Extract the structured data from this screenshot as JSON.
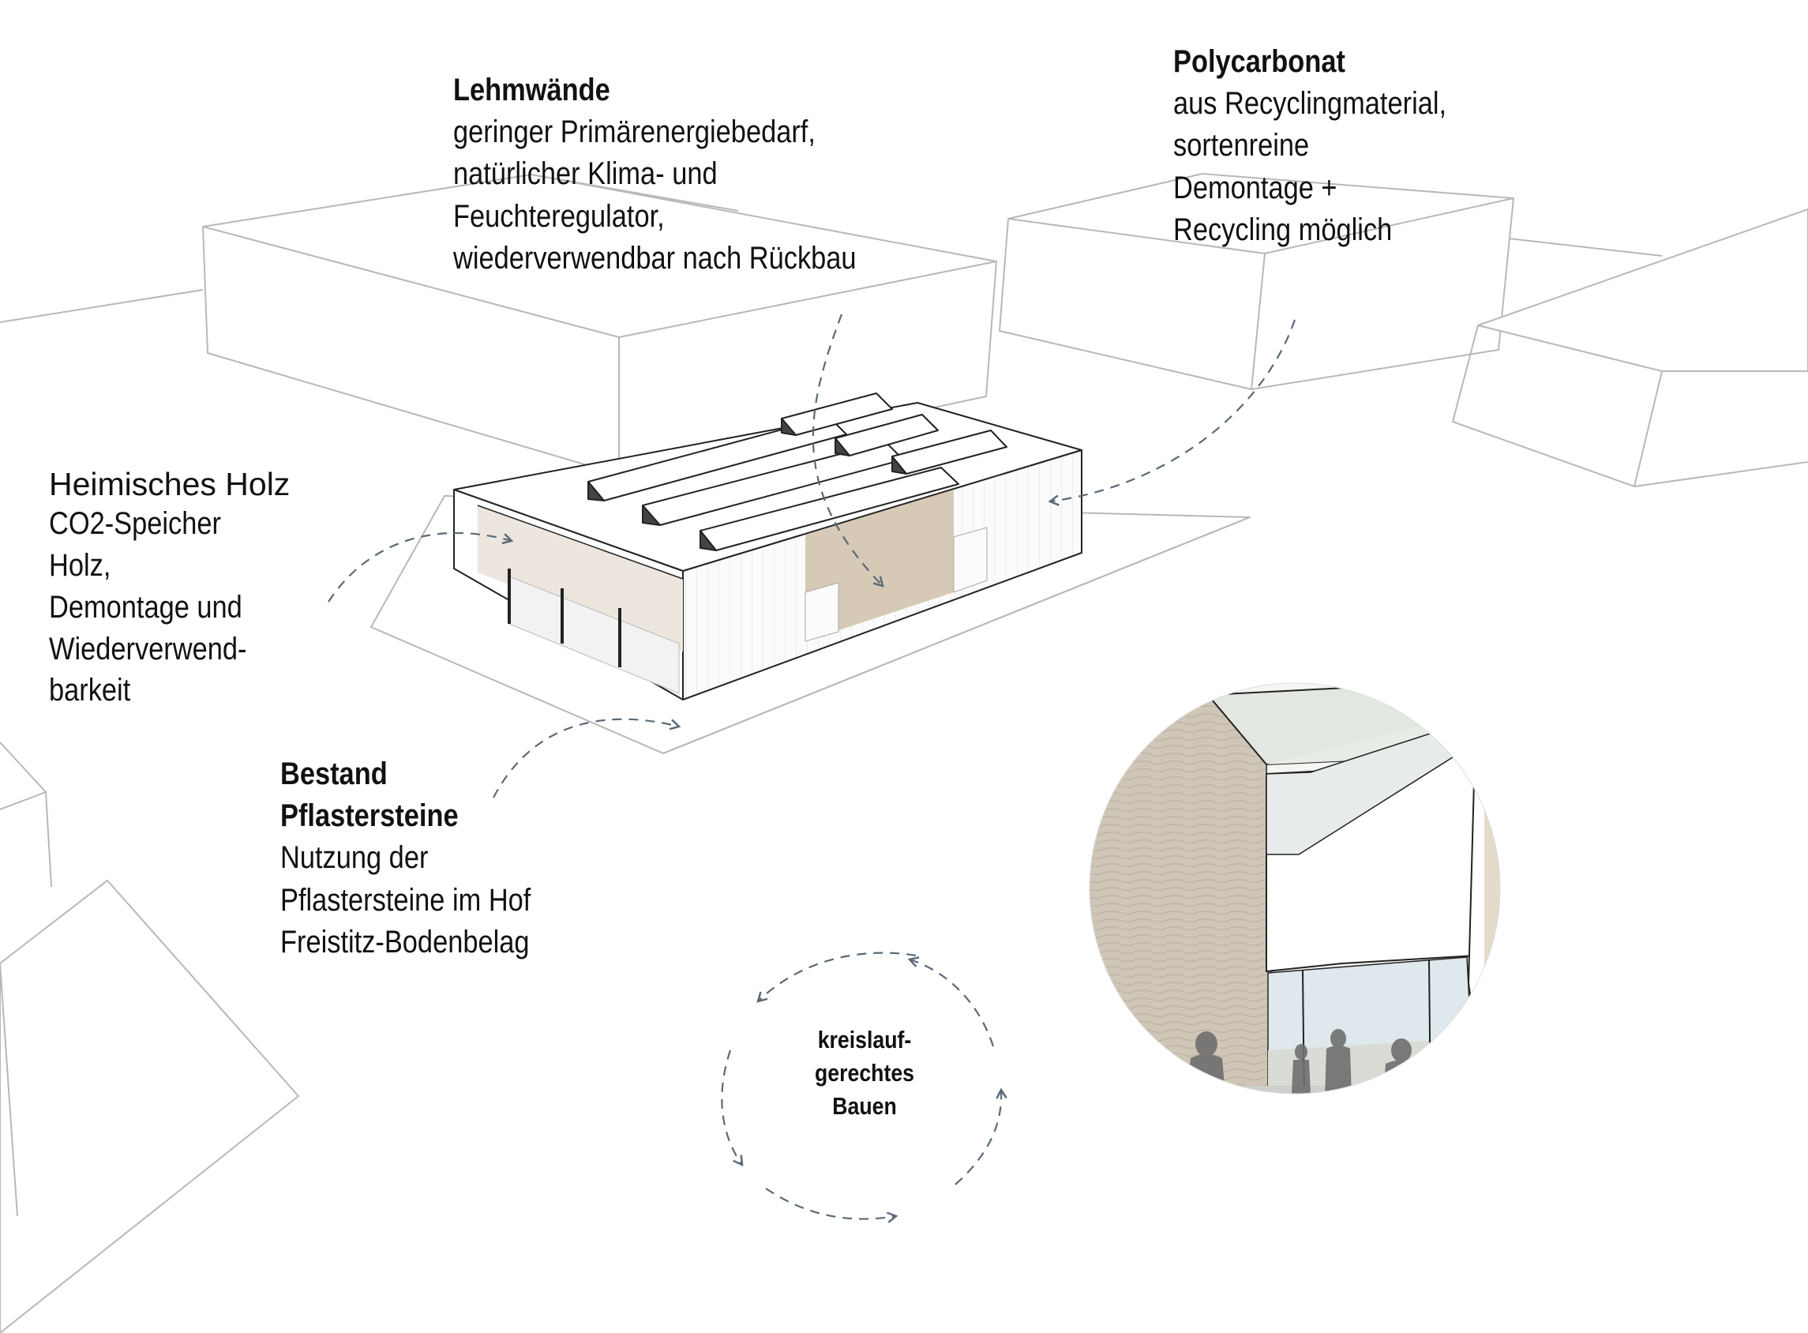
{
  "labels": {
    "lehm": {
      "title": "Lehmwände",
      "lines": [
        "geringer Primärenergiebedarf,",
        "natürlicher Klima- und",
        "Feuchteregulator,",
        "wiederverwendbar nach Rückbau"
      ]
    },
    "poly": {
      "title": "Polycarbonat",
      "lines": [
        "aus Recyclingmaterial,",
        "sortenreine",
        "Demontage +",
        "Recycling möglich"
      ]
    },
    "holz": {
      "title": "Heimisches Holz",
      "lines": [
        "CO2-Speicher",
        "Holz,",
        "Demontage und",
        "Wiederverwend-",
        "barkeit"
      ]
    },
    "bestand": {
      "title": "Bestand",
      "title2": "Pflastersteine",
      "lines": [
        "Nutzung der",
        "Pflastersteine im Hof",
        "Freistitz-Bodenbelag"
      ]
    }
  },
  "cycle": {
    "lines": [
      "kreislauf-",
      "gerechtes",
      "Bauen"
    ]
  },
  "colors": {
    "outline": "#b8b8b8",
    "arrow": "#5a6978",
    "clay": "#d6c9b6",
    "clay_dark": "#bfb29d",
    "wood_panel": "#ece6df",
    "sky": "#dfe8ec",
    "floor": "#cfd0ce",
    "people": "#6e6e6e"
  }
}
